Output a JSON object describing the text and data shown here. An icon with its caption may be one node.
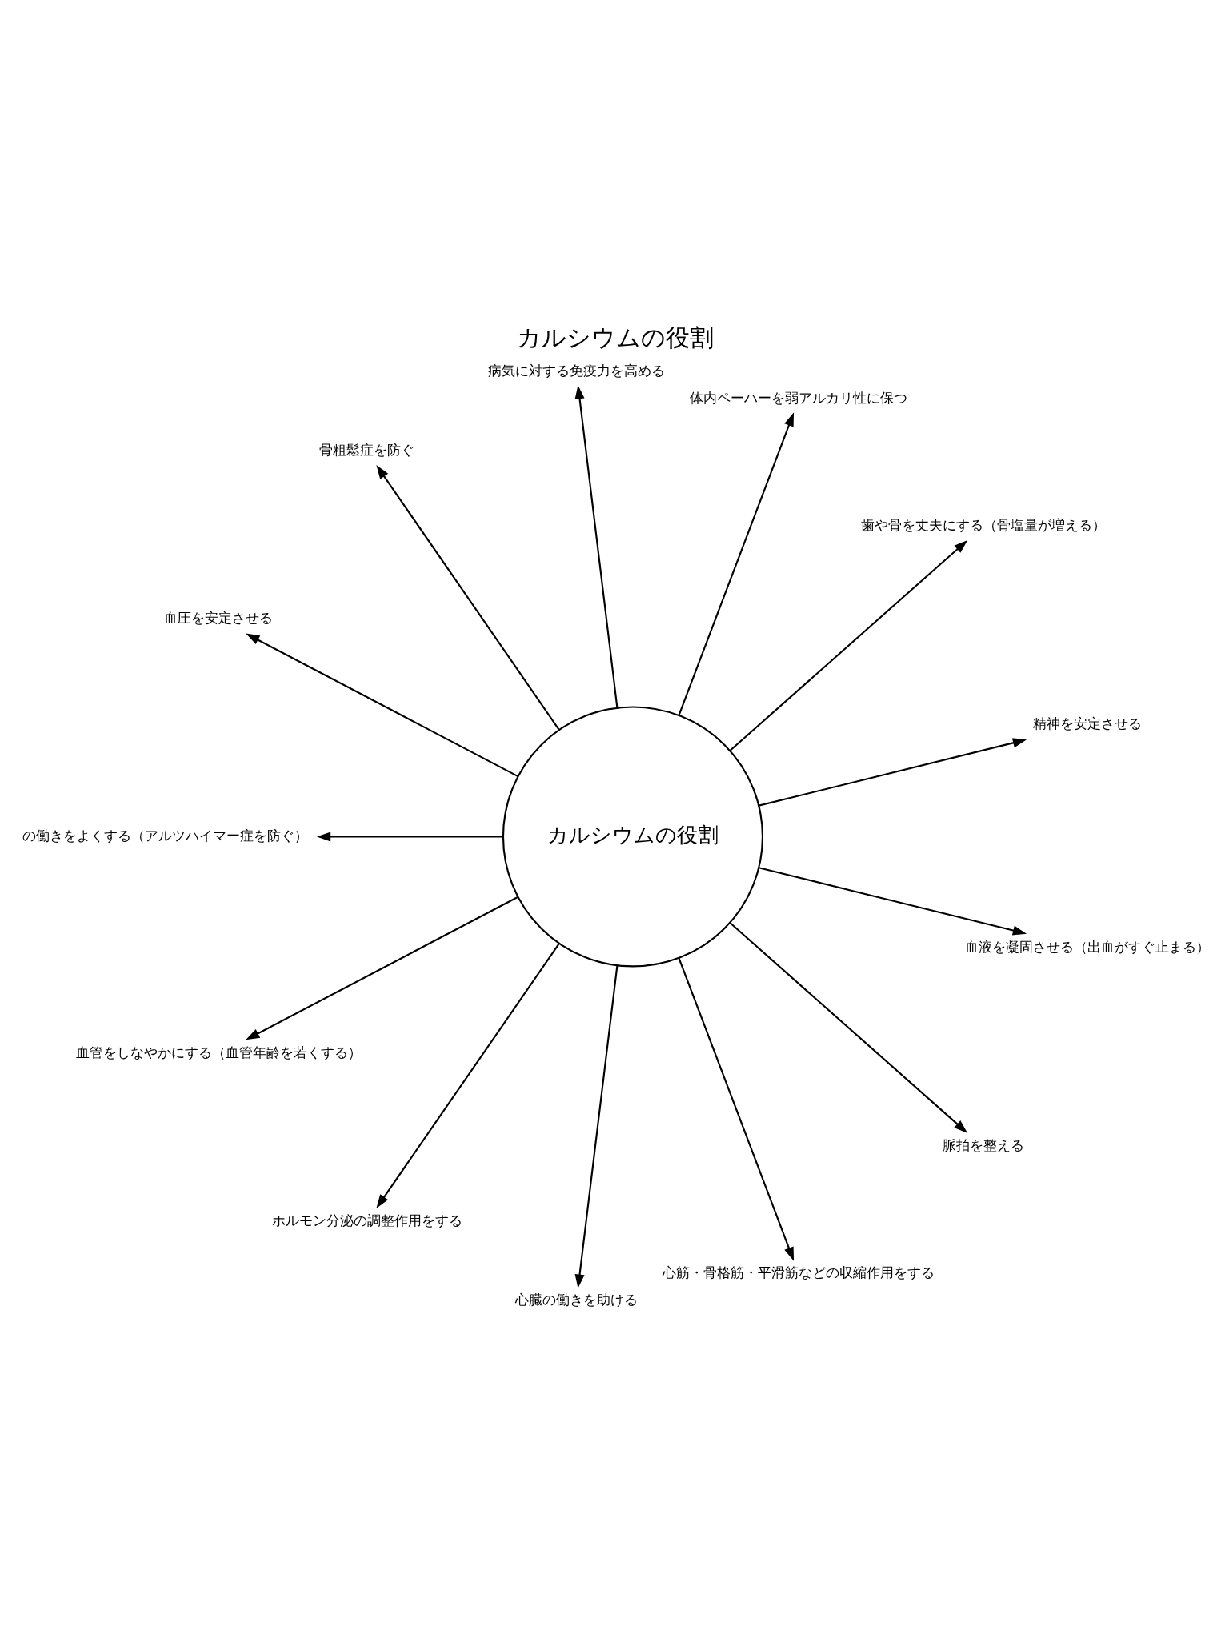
{
  "diagram": {
    "title": "カルシウムの役割",
    "nodes": [
      {
        "text": [
          "カルシウムの役割"
        ]
      },
      {
        "text": [
          "精神を安定させる"
        ]
      },
      {
        "text": [
          "歯や骨を丈夫にする（骨塩量が増える）"
        ]
      },
      {
        "text": [
          "体内ペーハーを弱アルカリ性に保つ"
        ]
      },
      {
        "text": [
          "病気に対する免疫力を高める"
        ]
      },
      {
        "text": [
          "骨粗鬆症を防ぐ"
        ]
      },
      {
        "text": [
          "血圧を安定させる"
        ]
      },
      {
        "text": [
          "の働きをよくする（アルツハイマー症を防ぐ）"
        ]
      },
      {
        "text": [
          "血管をしなやかにする（血管年齢を若くする）"
        ]
      },
      {
        "text": [
          "ホルモン分泌の調整作用をする"
        ]
      },
      {
        "text": [
          "心臓の働きを助ける"
        ]
      },
      {
        "text": [
          "心筋・骨格筋・平滑筋などの収縮作用をする"
        ]
      },
      {
        "text": [
          "脈拍を整える"
        ]
      },
      {
        "text": [
          "血液を凝固させる（出血がすぐ止まる）"
        ]
      }
    ],
    "edges": [
      {
        "from": 0,
        "to": 1,
        "arrow": "to"
      },
      {
        "from": 0,
        "to": 2,
        "arrow": "to"
      },
      {
        "from": 0,
        "to": 3,
        "arrow": "to"
      },
      {
        "from": 0,
        "to": 4,
        "arrow": "to"
      },
      {
        "from": 0,
        "to": 5,
        "arrow": "to"
      },
      {
        "from": 0,
        "to": 6,
        "arrow": "to"
      },
      {
        "from": 0,
        "to": 7,
        "arrow": "to"
      },
      {
        "from": 0,
        "to": 8,
        "arrow": "to"
      },
      {
        "from": 0,
        "to": 9,
        "arrow": "to"
      },
      {
        "from": 0,
        "to": 10,
        "arrow": "to"
      },
      {
        "from": 0,
        "to": 11,
        "arrow": "to"
      },
      {
        "from": 0,
        "to": 12,
        "arrow": "to"
      },
      {
        "from": 0,
        "to": 13,
        "arrow": "to"
      }
    ]
  }
}
